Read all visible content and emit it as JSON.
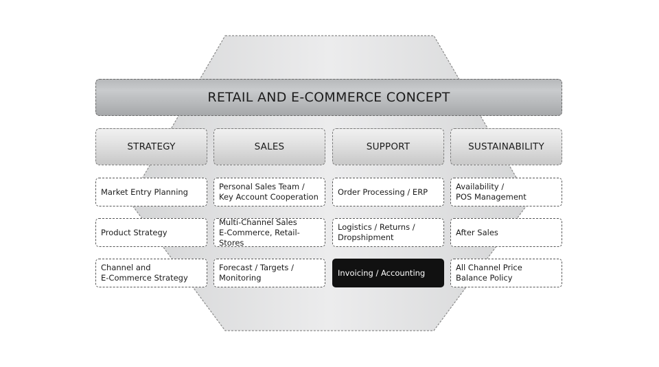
{
  "diagram": {
    "title": "RETAIL AND E-COMMERCE CONCEPT",
    "columns": [
      {
        "header": "STRATEGY",
        "items": [
          "Market Entry Planning",
          "Product Strategy",
          "Channel and\nE-Commerce Strategy"
        ]
      },
      {
        "header": "SALES",
        "items": [
          "Personal Sales Team /\nKey Account Cooperation",
          "Multi-Channel Sales\nE-Commerce, Retail-Stores",
          "Forecast / Targets /\nMonitoring"
        ]
      },
      {
        "header": "SUPPORT",
        "items": [
          "Order Processing / ERP",
          "Logistics / Returns /\nDropshipment",
          "Invoicing / Accounting"
        ]
      },
      {
        "header": "SUSTAINABILITY",
        "items": [
          "Availability /\nPOS Management",
          "After Sales",
          "All Channel Price\nBalance Policy"
        ]
      }
    ],
    "highlighted_item": "Invoicing / Accounting",
    "colors": {
      "hexagon_fill": "#e2e3e4",
      "banner_fill": "#b9bbbd",
      "highlight_fill": "#111111"
    }
  }
}
